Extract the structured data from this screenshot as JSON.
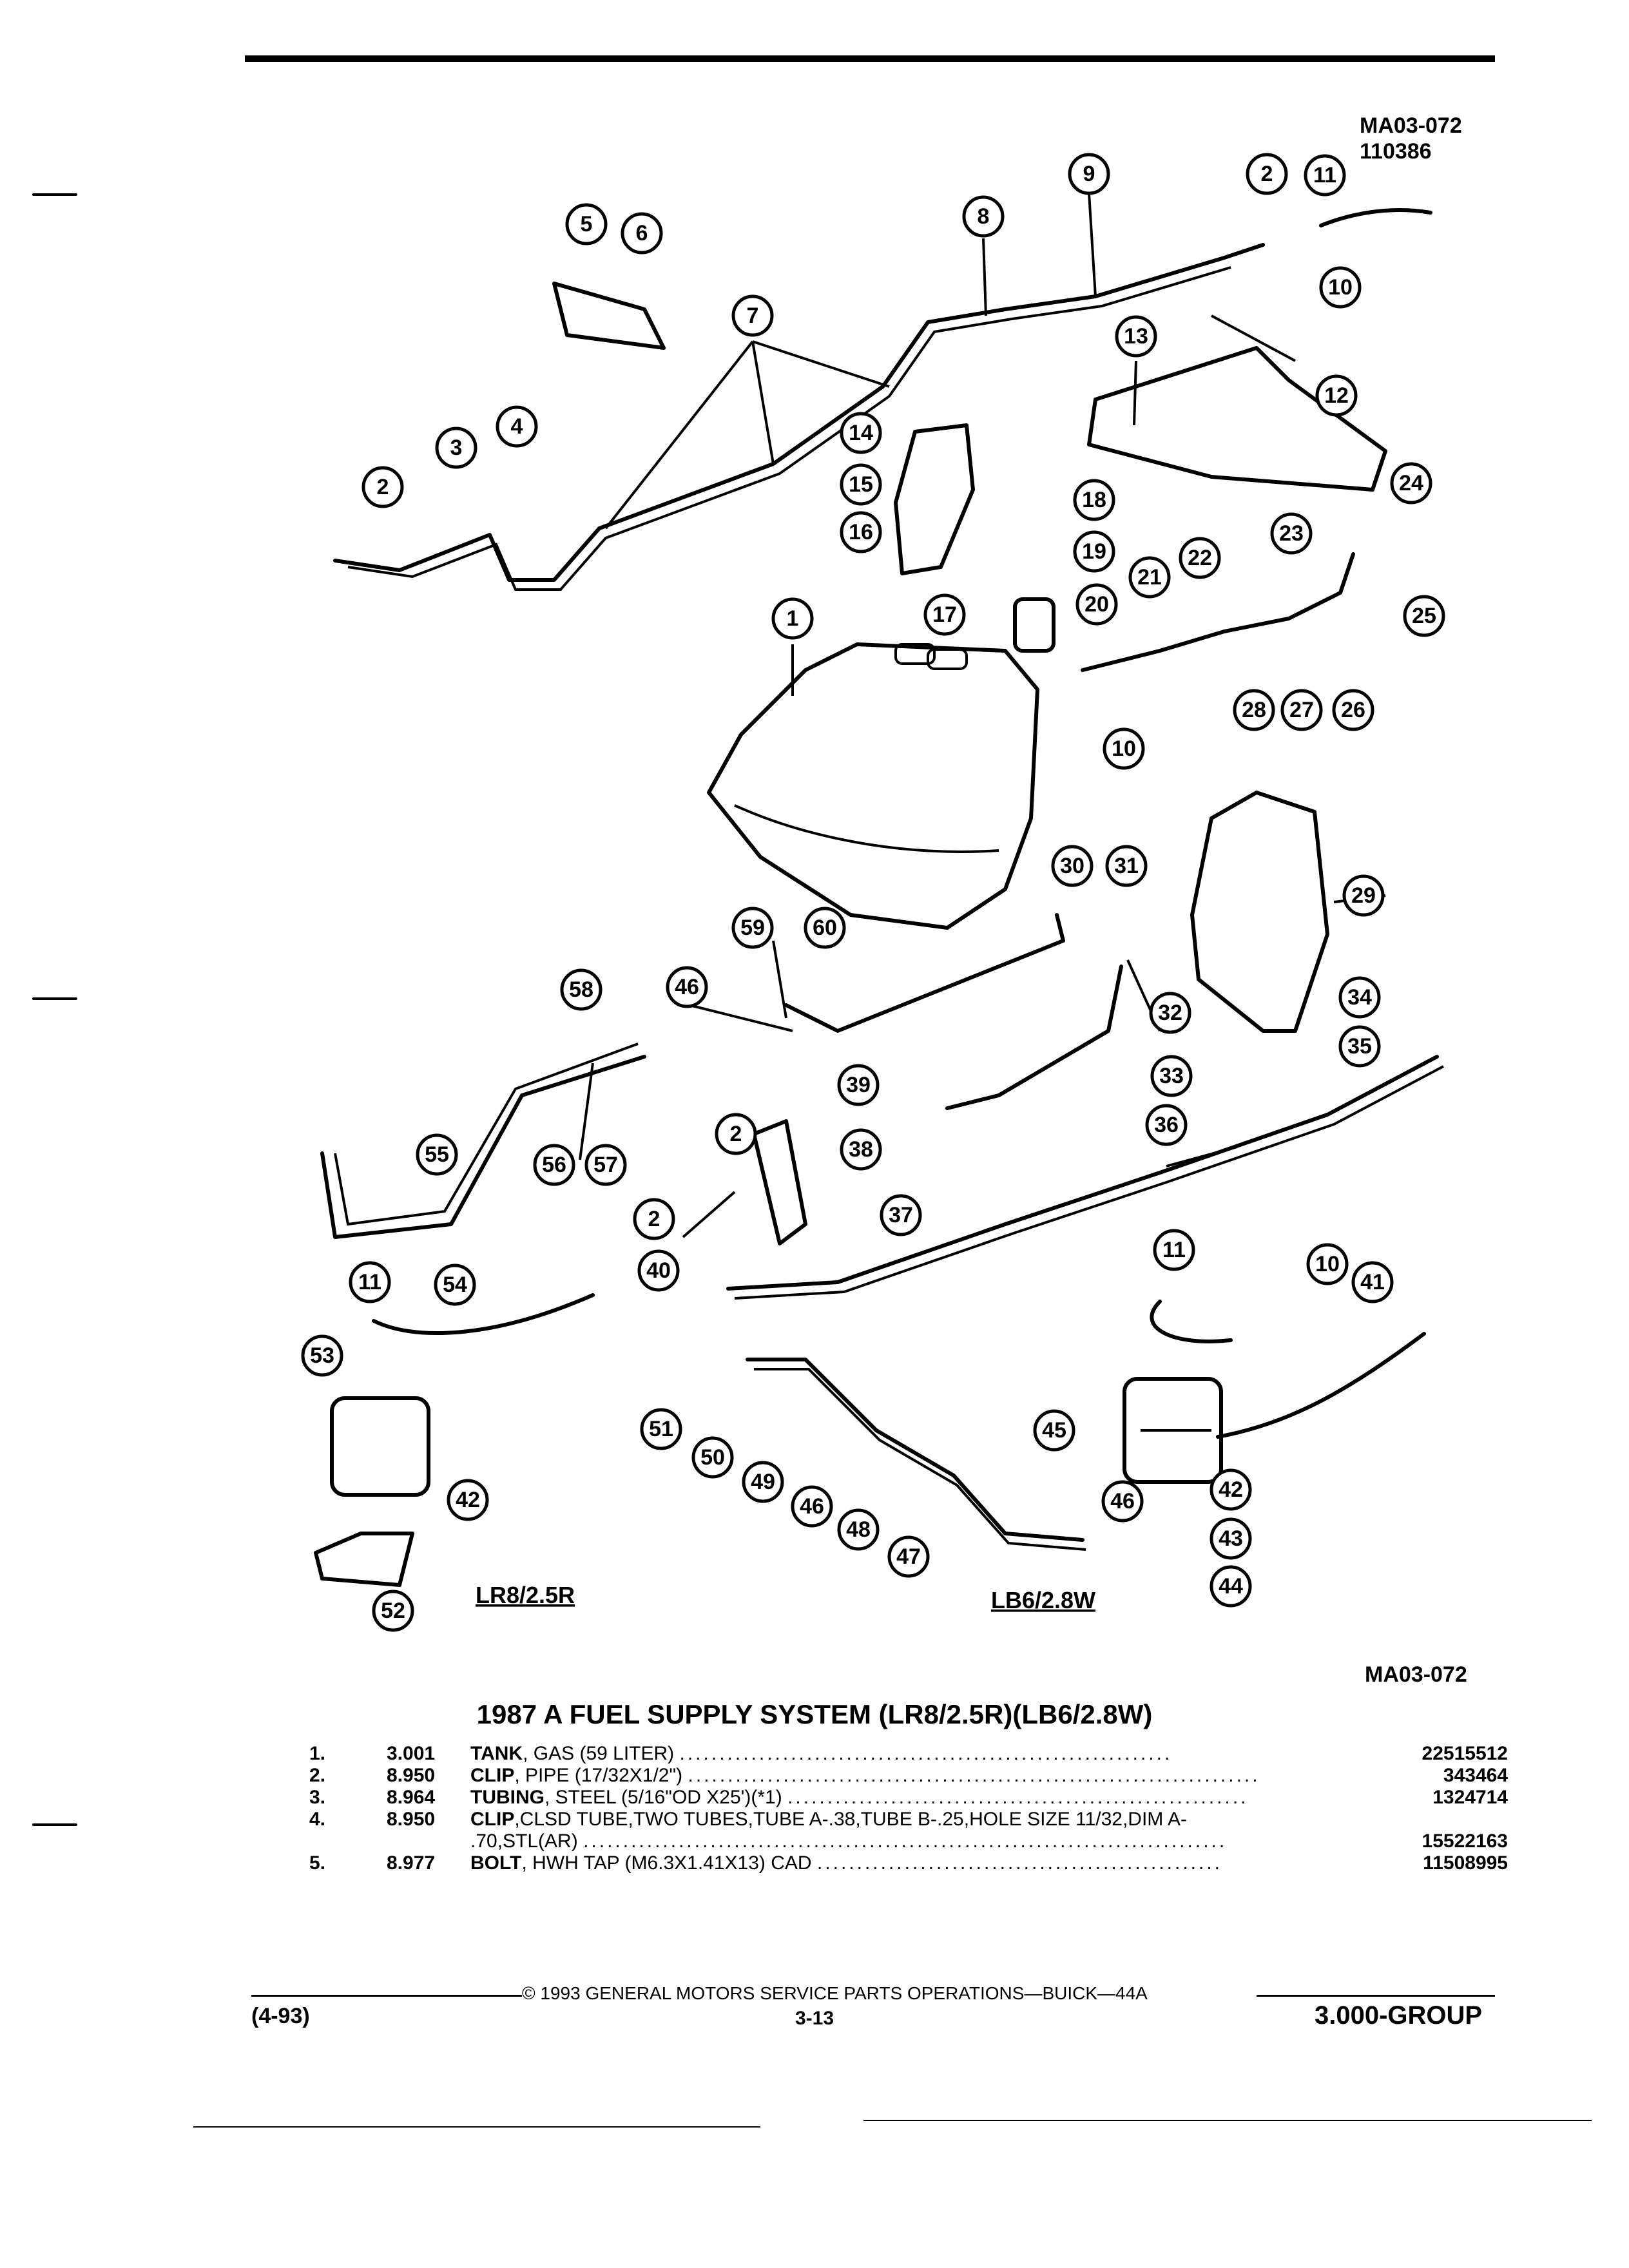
{
  "header": {
    "diagram_code": "MA03-072",
    "diagram_date": "110386"
  },
  "diagram": {
    "callouts": [
      "1",
      "2",
      "3",
      "4",
      "5",
      "6",
      "7",
      "8",
      "9",
      "10",
      "11",
      "12",
      "13",
      "14",
      "15",
      "16",
      "17",
      "18",
      "19",
      "20",
      "21",
      "22",
      "23",
      "24",
      "25",
      "26",
      "27",
      "28",
      "29",
      "30",
      "31",
      "32",
      "33",
      "34",
      "35",
      "36",
      "37",
      "38",
      "39",
      "40",
      "41",
      "42",
      "43",
      "44",
      "45",
      "46",
      "47",
      "48",
      "49",
      "50",
      "51",
      "52",
      "53",
      "54",
      "55",
      "56",
      "57",
      "58",
      "59",
      "60"
    ],
    "engine_labels": {
      "left": "LR8/2.5R",
      "right": "LB6/2.8W"
    },
    "bottom_code": "MA03-072"
  },
  "title": "1987 A FUEL SUPPLY SYSTEM (LR8/2.5R)(LB6/2.8W)",
  "parts": [
    {
      "index": "1.",
      "catalog": "3.001",
      "name": "TANK",
      "spec": ", GAS (59 LITER)",
      "spec2": "",
      "part_number": "22515512"
    },
    {
      "index": "2.",
      "catalog": "8.950",
      "name": "CLIP",
      "spec": ", PIPE (17/32X1/2\")",
      "spec2": "",
      "part_number": "343464"
    },
    {
      "index": "3.",
      "catalog": "8.964",
      "name": "TUBING",
      "spec": ", STEEL (5/16\"OD X25')(*1)",
      "spec2": "",
      "part_number": "1324714"
    },
    {
      "index": "4.",
      "catalog": "8.950",
      "name": "CLIP",
      "spec": ",CLSD TUBE,TWO TUBES,TUBE A-.38,TUBE B-.25,HOLE SIZE 11/32,DIM A-",
      "spec2": ".70,STL(AR)",
      "part_number": "15522163"
    },
    {
      "index": "5.",
      "catalog": "8.977",
      "name": "BOLT",
      "spec": ", HWH TAP (M6.3X1.41X13) CAD",
      "spec2": "",
      "part_number": "11508995"
    }
  ],
  "footer": {
    "copyright": "©  1993  GENERAL MOTORS SERVICE PARTS OPERATIONS—BUICK—44A",
    "date": "(4-93)",
    "page": "3-13",
    "group": "3.000-GROUP"
  }
}
